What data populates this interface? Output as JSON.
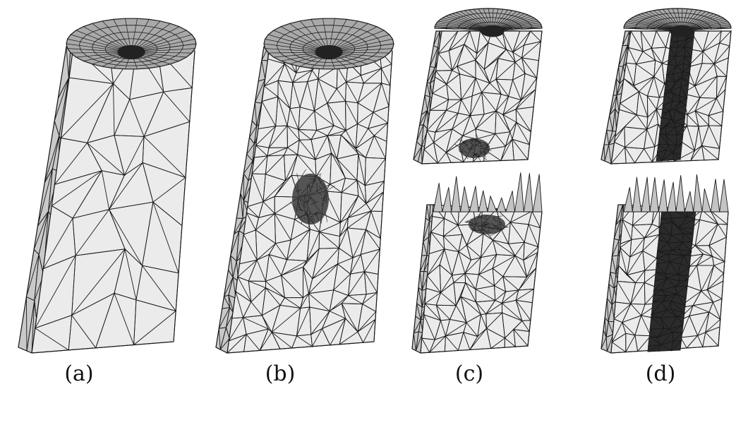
{
  "panels": [
    {
      "label": "(a)"
    },
    {
      "label": "(b)"
    },
    {
      "label": "(c)"
    },
    {
      "label": "(d)"
    }
  ],
  "colors": {
    "face": "#ebebeb",
    "side": "#c9c9c9",
    "top": "#a9a9a9",
    "edge": "#1a1a1a",
    "dense": "#222222"
  }
}
